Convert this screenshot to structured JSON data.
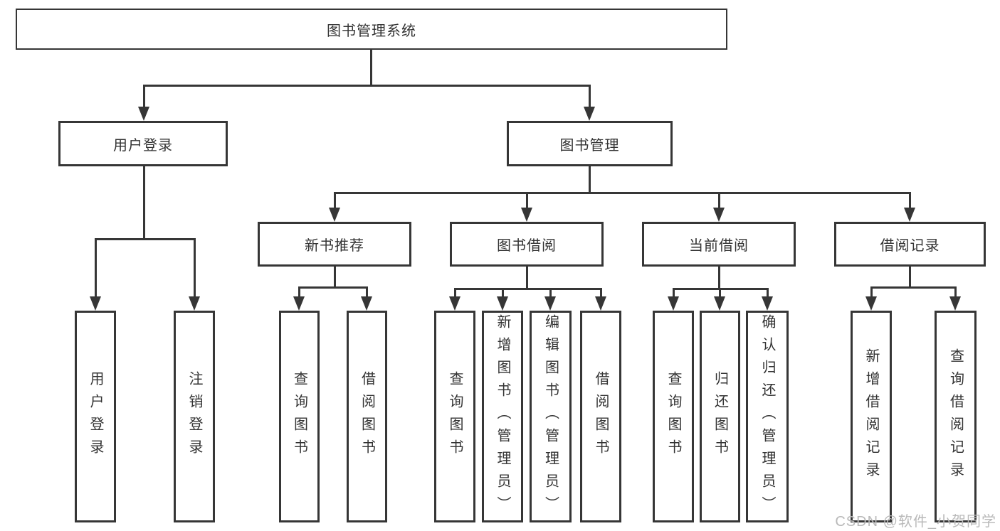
{
  "diagram": {
    "root": {
      "label": "图书管理系统"
    },
    "level2": [
      {
        "label": "用户登录"
      },
      {
        "label": "图书管理"
      }
    ],
    "level3": [
      {
        "label": "新书推荐"
      },
      {
        "label": "图书借阅"
      },
      {
        "label": "当前借阅"
      },
      {
        "label": "借阅记录"
      }
    ],
    "leaves": {
      "user_login": [
        {
          "label": "用户登录"
        },
        {
          "label": "注销登录"
        }
      ],
      "new_books": [
        {
          "label": "查询图书"
        },
        {
          "label": "借阅图书"
        }
      ],
      "book_borrow": [
        {
          "label": "查询图书"
        },
        {
          "label": "新增图书（管理员）"
        },
        {
          "label": "编辑图书（管理员）"
        },
        {
          "label": "借阅图书"
        }
      ],
      "current_borrow": [
        {
          "label": "查询图书"
        },
        {
          "label": "归还图书"
        },
        {
          "label": "确认归还（管理员）"
        }
      ],
      "borrow_records": [
        {
          "label": "新增借阅记录"
        },
        {
          "label": "查询借阅记录"
        }
      ]
    },
    "watermark": "CSDN @软件_小贺同学",
    "colors": {
      "line": "#363636",
      "text": "#333333",
      "background": "#ffffff",
      "watermark": "#b9b9b9"
    }
  }
}
